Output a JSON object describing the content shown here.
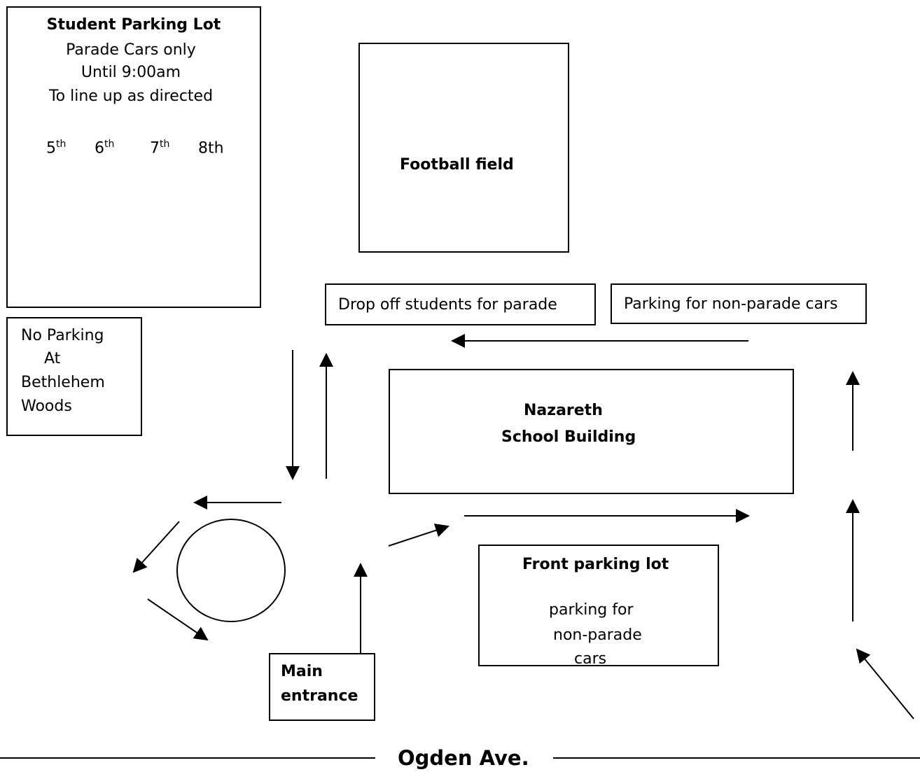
{
  "student_lot": {
    "title": "Student Parking Lot",
    "line1": "Parade Cars only",
    "line2": "Until 9:00am",
    "line3": "To line up as directed",
    "grades": [
      {
        "num": "5",
        "sup": "th"
      },
      {
        "num": "6",
        "sup": "th"
      },
      {
        "num": "7",
        "sup": "th"
      },
      {
        "num": "8th",
        "sup": ""
      }
    ]
  },
  "no_parking": {
    "line1": "No Parking",
    "line2": "At",
    "line3": "Bethlehem",
    "line4": "Woods"
  },
  "football_field": "Football field",
  "drop_off": "Drop off students for parade",
  "non_parade_parking": "Parking for non-parade cars",
  "school_building": {
    "line1": "Nazareth",
    "line2": "School Building"
  },
  "front_lot": {
    "title": "Front parking lot",
    "line1": "parking for",
    "line2": "non-parade",
    "line3": "cars"
  },
  "main_entrance": {
    "line1": "Main",
    "line2": "entrance"
  },
  "street": "Ogden Ave."
}
